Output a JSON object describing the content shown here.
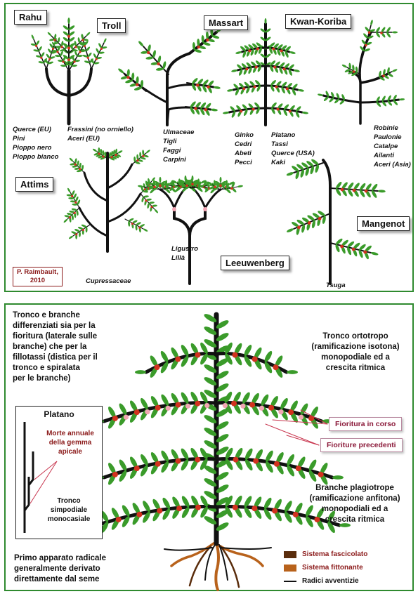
{
  "top_panel": {
    "models": [
      {
        "name": "Rahu",
        "species": [
          "Querce (EU)",
          "Pini",
          "Pioppo nero",
          "Pioppo bianco"
        ],
        "species2": [
          "Frassini (no orniello)",
          "Aceri (EU)"
        ]
      },
      {
        "name": "Troll",
        "species": [
          "Ulmaceae",
          "Tigli",
          "Faggi",
          "Carpini"
        ]
      },
      {
        "name": "Massart",
        "species": [
          "Ginko",
          "Cedri",
          "Abeti",
          "Pecci"
        ],
        "species2": [
          "Platano",
          "Tassi",
          "Querce (USA)",
          "Kaki"
        ]
      },
      {
        "name": "Kwan-Koriba",
        "species": [
          "Robinie",
          "Paulonie",
          "Catalpe",
          "Ailanti",
          "Aceri (Asia)"
        ]
      },
      {
        "name": "Attims",
        "species": [
          "Cupressaceae"
        ]
      },
      {
        "name": "Leeuwenberg",
        "species": [
          "Ligustro",
          "Lillà"
        ]
      },
      {
        "name": "Mangenot",
        "species": [
          "Tsuga"
        ]
      }
    ],
    "credit": [
      "P. Raimbault,",
      "2010"
    ]
  },
  "bottom_panel": {
    "left_text": [
      "Tronco e branche",
      "differenziati sia per la",
      "fioritura (laterale sulle",
      "branche) che per la",
      "fillotassi (distica per il",
      "tronco e spiralata",
      "per le branche)"
    ],
    "right_top_text": [
      "Tronco ortotropo",
      "(ramificazione isotona)",
      "monopodiale ed a",
      "crescita ritmica"
    ],
    "right_bottom_text": [
      "Branche  plagiotrope",
      "(ramificazione anfitona)",
      "monopodiali ed a",
      "crescita ritmica"
    ],
    "bottom_left_text": [
      "Primo apparato radicale",
      "generalmente derivato",
      "direttamente dal seme"
    ],
    "callouts": {
      "current": "Fioritura in corso",
      "previous": "Fioriture precedenti"
    },
    "inset": {
      "title": "Platano",
      "death": [
        "Morte annuale",
        "della gemma",
        "apicale"
      ],
      "desc": [
        "Tronco",
        "simpodiale",
        "monocasiale"
      ]
    },
    "legend": [
      {
        "label": "Sistema fascicolato",
        "color": "#5a2d0c"
      },
      {
        "label": "Sistema fittonante",
        "color": "#b8621b"
      },
      {
        "label": "Radici avventizie",
        "color": "#111111"
      }
    ]
  },
  "colors": {
    "leaf": "#3a9b2a",
    "flower": "#d2321e",
    "flower_old": "#f2a6b4",
    "frame": "#2f8a2f"
  }
}
